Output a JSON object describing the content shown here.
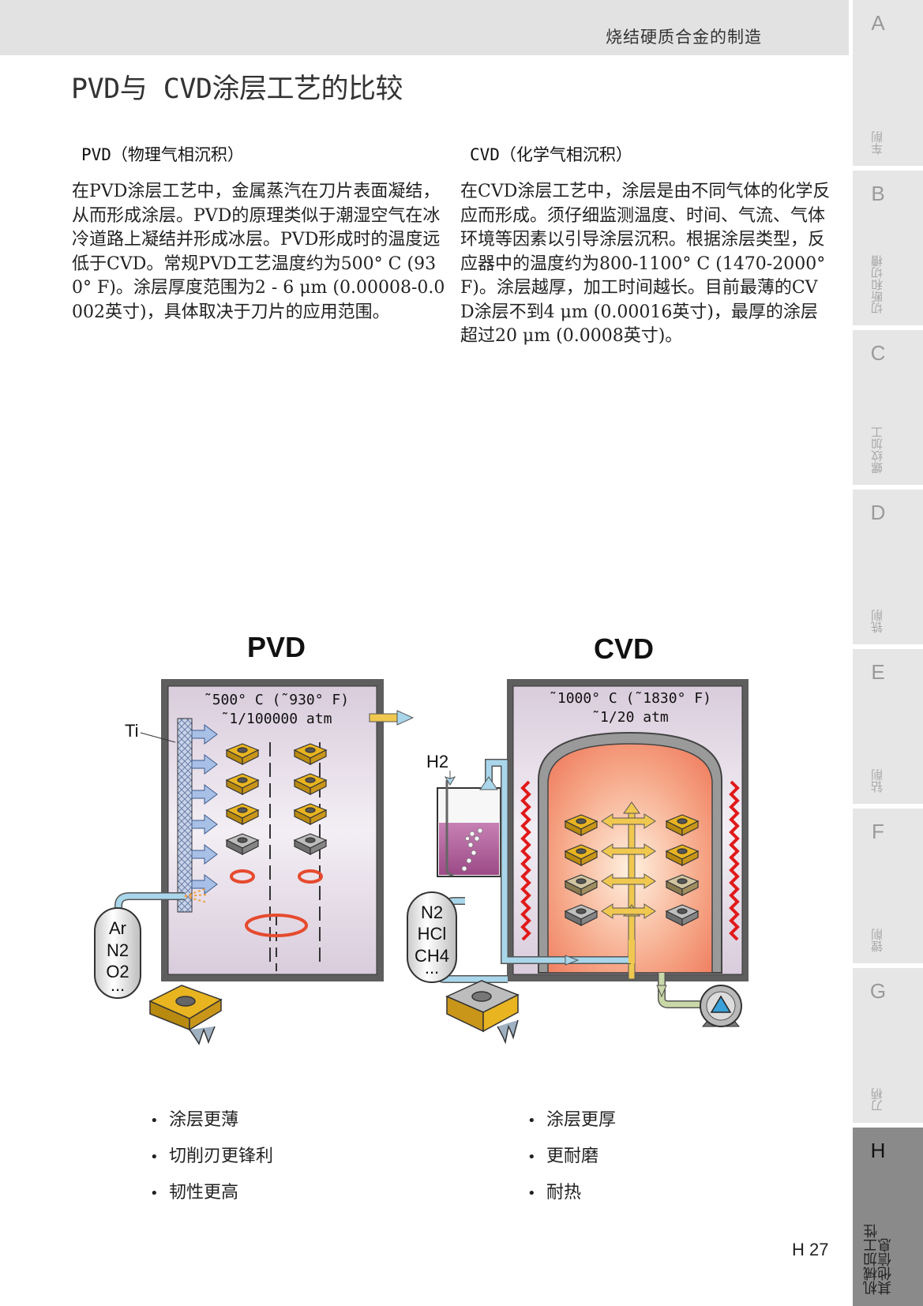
{
  "header": {
    "section": "烧结硬质合金的制造"
  },
  "title": "PVD与 CVD涂层工艺的比较",
  "pvd_text": {
    "heading": "PVD（物理气相沉积）",
    "body": "在PVD涂层工艺中，金属蒸汽在刀片表面凝结，从而形成涂层。PVD的原理类似于潮湿空气在冰冷道路上凝结并形成冰层。PVD形成时的温度远低于CVD。常规PVD工艺温度约为500° C (930° F)。涂层厚度范围为2 - 6 μm (0.00008-0.0002英寸)，具体取决于刀片的应用范围。"
  },
  "cvd_text": {
    "heading": "CVD（化学气相沉积）",
    "body": "在CVD涂层工艺中，涂层是由不同气体的化学反应而形成。须仔细监测温度、时间、气流、气体环境等因素以引导涂层沉积。根据涂层类型，反应器中的温度约为800-1100° C (1470-2000° F)。涂层越厚，加工时间越长。目前最薄的CVD涂层不到4 μm (0.00016英寸)，最厚的涂层超过20 μm (0.0008英寸)。"
  },
  "diagram": {
    "pvd": {
      "title": "PVD",
      "temp": "˜500° C (˜930° F)",
      "pressure": "˜1/100000 atm",
      "target_label": "Ti",
      "gases": [
        "Ar",
        "N2",
        "O2",
        "..."
      ]
    },
    "cvd": {
      "title": "CVD",
      "temp": "˜1000° C (˜1830° F)",
      "pressure": "˜1/20 atm",
      "h2_label": "H2",
      "gases": [
        "N2",
        "HCl",
        "CH4",
        "..."
      ]
    },
    "colors": {
      "gold": "#e8b420",
      "frame": "#555555",
      "chamber": "#ece4ee",
      "heater": "#e01a1a",
      "pipe_blue": "#a9d6ea",
      "pipe_gold": "#f0c850"
    }
  },
  "pvd_bullets": [
    "涂层更薄",
    "切削刃更锋利",
    "韧性更高"
  ],
  "cvd_bullets": [
    "涂层更厚",
    "更耐磨",
    "耐热"
  ],
  "tabs": [
    {
      "letter": "A",
      "label": "车削"
    },
    {
      "letter": "B",
      "label": "切断和切槽"
    },
    {
      "letter": "C",
      "label": "螺纹加工"
    },
    {
      "letter": "D",
      "label": "铣削"
    },
    {
      "letter": "E",
      "label": "钻削"
    },
    {
      "letter": "F",
      "label": "镗削"
    },
    {
      "letter": "G",
      "label": "刀柄"
    },
    {
      "letter": "H",
      "label": "机械加工性 其他信息"
    }
  ],
  "page_number": "H 27"
}
